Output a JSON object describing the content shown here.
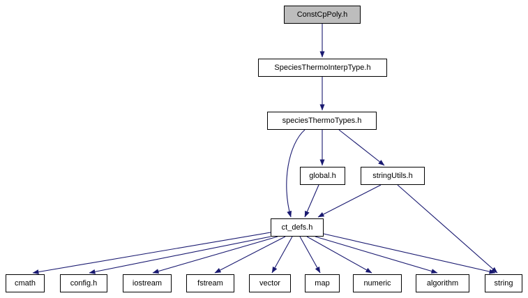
{
  "diagram": {
    "kind": "include-dependency-graph",
    "edge_color": "#191970",
    "highlight_fill": "#bdbdbd",
    "node_fill": "#ffffff",
    "node_border": "#000000"
  },
  "nodes": {
    "constcppoly": {
      "label": "ConstCpPoly.h"
    },
    "speciesinterptype": {
      "label": "SpeciesThermoInterpType.h"
    },
    "speciesthermotypes": {
      "label": "speciesThermoTypes.h"
    },
    "global": {
      "label": "global.h"
    },
    "stringutils": {
      "label": "stringUtils.h"
    },
    "ctdefs": {
      "label": "ct_defs.h"
    },
    "cmath": {
      "label": "cmath"
    },
    "config": {
      "label": "config.h"
    },
    "iostream": {
      "label": "iostream"
    },
    "fstream": {
      "label": "fstream"
    },
    "vector": {
      "label": "vector"
    },
    "map": {
      "label": "map"
    },
    "numeric": {
      "label": "numeric"
    },
    "algorithm": {
      "label": "algorithm"
    },
    "string": {
      "label": "string"
    }
  },
  "edges": [
    {
      "from": "ConstCpPoly.h",
      "to": "SpeciesThermoInterpType.h"
    },
    {
      "from": "SpeciesThermoInterpType.h",
      "to": "speciesThermoTypes.h"
    },
    {
      "from": "speciesThermoTypes.h",
      "to": "global.h"
    },
    {
      "from": "speciesThermoTypes.h",
      "to": "stringUtils.h"
    },
    {
      "from": "speciesThermoTypes.h",
      "to": "ct_defs.h"
    },
    {
      "from": "global.h",
      "to": "ct_defs.h"
    },
    {
      "from": "stringUtils.h",
      "to": "ct_defs.h"
    },
    {
      "from": "stringUtils.h",
      "to": "string"
    },
    {
      "from": "ct_defs.h",
      "to": "cmath"
    },
    {
      "from": "ct_defs.h",
      "to": "config.h"
    },
    {
      "from": "ct_defs.h",
      "to": "iostream"
    },
    {
      "from": "ct_defs.h",
      "to": "fstream"
    },
    {
      "from": "ct_defs.h",
      "to": "vector"
    },
    {
      "from": "ct_defs.h",
      "to": "map"
    },
    {
      "from": "ct_defs.h",
      "to": "numeric"
    },
    {
      "from": "ct_defs.h",
      "to": "algorithm"
    },
    {
      "from": "ct_defs.h",
      "to": "string"
    }
  ]
}
